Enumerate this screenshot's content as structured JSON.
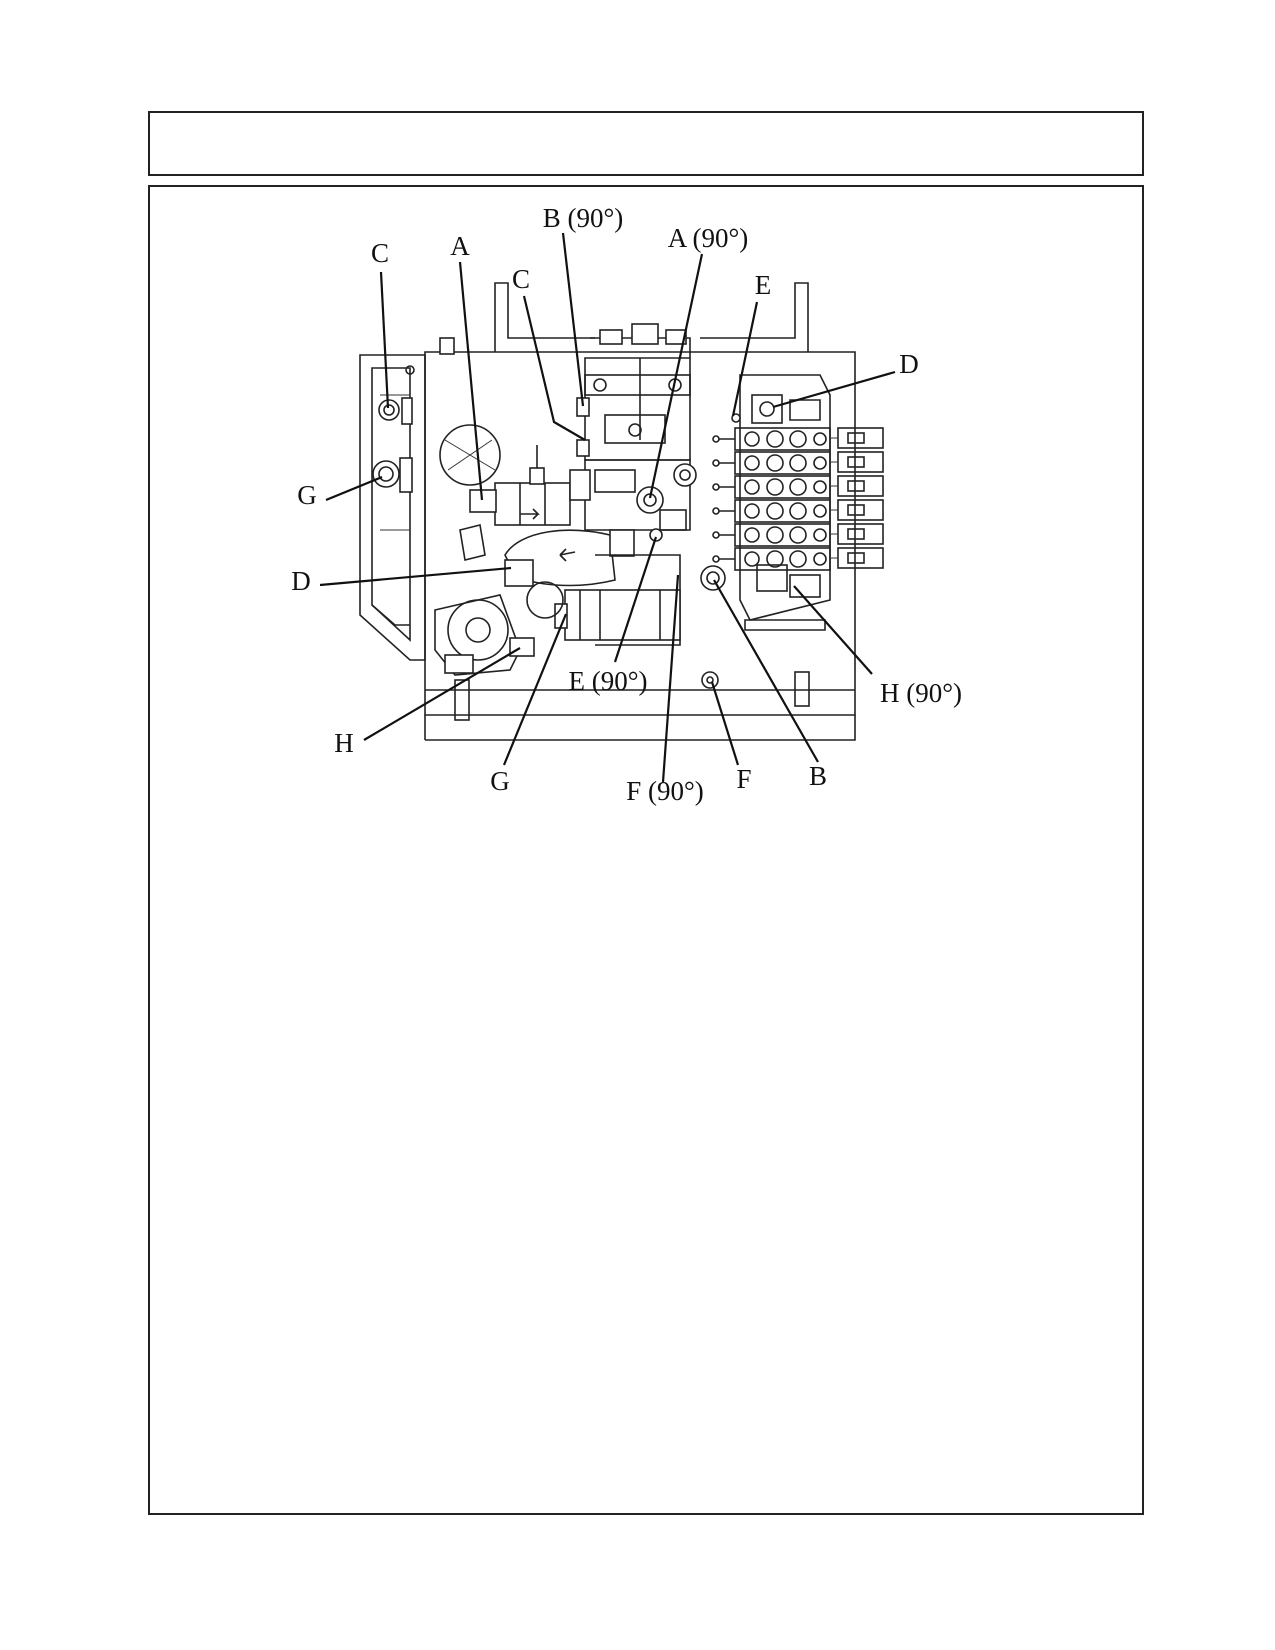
{
  "callouts": {
    "c_top_left": "C",
    "a_top": "A",
    "b_90": "B (90°)",
    "c_top_mid": "C",
    "a_90": "A (90°)",
    "e_top": "E",
    "d_top_right": "D",
    "g_left": "G",
    "d_left": "D",
    "e_90": "E (90°)",
    "h_90": "H (90°)",
    "h_bottom": "H",
    "g_bottom": "G",
    "f_90": "F (90°)",
    "f_bottom": "F",
    "b_bottom": "B"
  }
}
